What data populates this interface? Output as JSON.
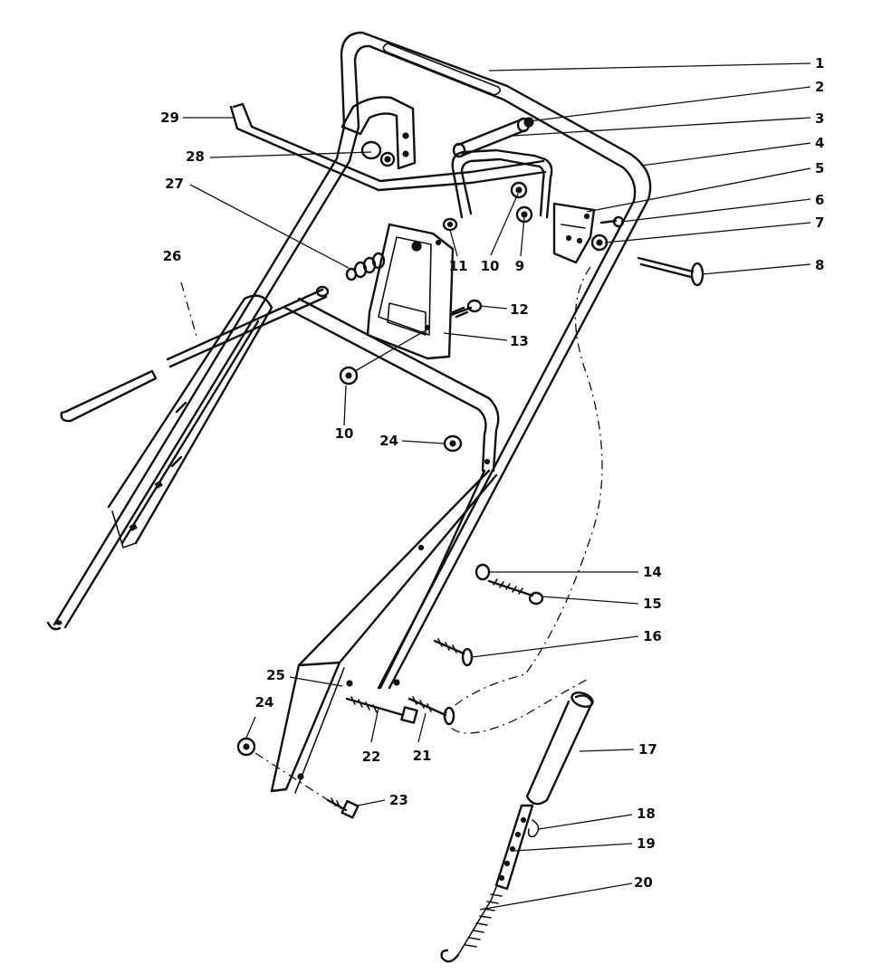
{
  "callouts": [
    {
      "id": "c1",
      "label": "1"
    },
    {
      "id": "c2",
      "label": "2"
    },
    {
      "id": "c3",
      "label": "3"
    },
    {
      "id": "c4",
      "label": "4"
    },
    {
      "id": "c5",
      "label": "5"
    },
    {
      "id": "c6",
      "label": "6"
    },
    {
      "id": "c7",
      "label": "7"
    },
    {
      "id": "c8",
      "label": "8"
    },
    {
      "id": "c9",
      "label": "9"
    },
    {
      "id": "c10a",
      "label": "10"
    },
    {
      "id": "c11",
      "label": "11"
    },
    {
      "id": "c12",
      "label": "12"
    },
    {
      "id": "c13",
      "label": "13"
    },
    {
      "id": "c10b",
      "label": "10"
    },
    {
      "id": "c14",
      "label": "14"
    },
    {
      "id": "c15",
      "label": "15"
    },
    {
      "id": "c16",
      "label": "16"
    },
    {
      "id": "c17",
      "label": "17"
    },
    {
      "id": "c18",
      "label": "18"
    },
    {
      "id": "c19",
      "label": "19"
    },
    {
      "id": "c20",
      "label": "20"
    },
    {
      "id": "c21",
      "label": "21"
    },
    {
      "id": "c22",
      "label": "22"
    },
    {
      "id": "c23",
      "label": "23"
    },
    {
      "id": "c24a",
      "label": "24"
    },
    {
      "id": "c24b",
      "label": "24"
    },
    {
      "id": "c25",
      "label": "25"
    },
    {
      "id": "c26",
      "label": "26"
    },
    {
      "id": "c27",
      "label": "27"
    },
    {
      "id": "c28",
      "label": "28"
    },
    {
      "id": "c29",
      "label": "29"
    }
  ]
}
